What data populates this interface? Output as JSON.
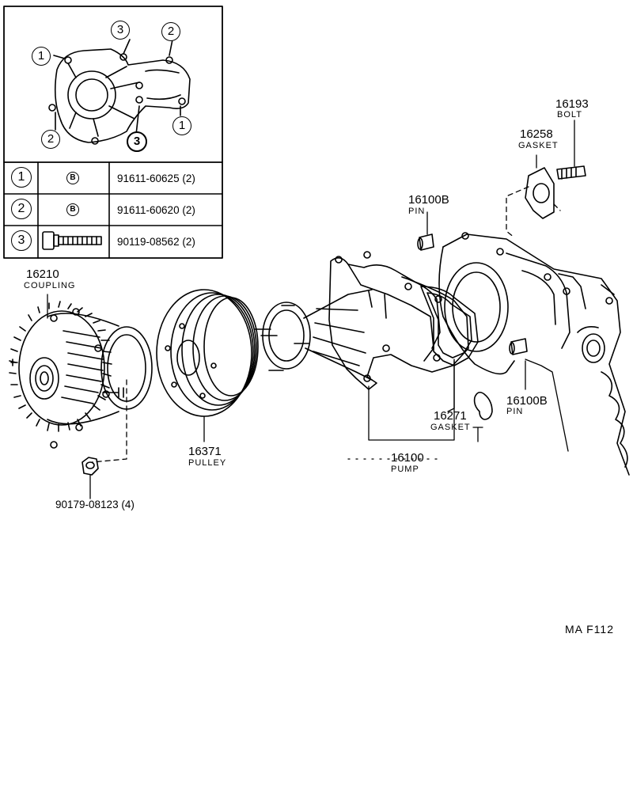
{
  "inset": {
    "callouts": [
      "1",
      "2",
      "3",
      "2",
      "1",
      "3"
    ]
  },
  "table": {
    "rows": [
      {
        "key": "1",
        "part": "91611-60625 (2)",
        "symbol": "B"
      },
      {
        "key": "2",
        "part": "91611-60620 (2)",
        "symbol": "B"
      },
      {
        "key": "3",
        "part": "90119-08562 (2)",
        "symbol": "bolt-icon"
      }
    ]
  },
  "parts": {
    "coupling": {
      "number": "16210",
      "name": "COUPLING"
    },
    "nut": {
      "number": "90179-08123 (4)"
    },
    "pulley": {
      "number": "16371",
      "name": "PULLEY"
    },
    "pump": {
      "number": "16100",
      "name": "PUMP"
    },
    "gasket_pump": {
      "number": "16271",
      "name": "GASKET"
    },
    "pin_upper": {
      "number": "16100B",
      "name": "PIN"
    },
    "pin_lower": {
      "number": "16100B",
      "name": "PIN"
    },
    "gasket_outlet": {
      "number": "16258",
      "name": "GASKET"
    },
    "bolt": {
      "number": "16193",
      "name": "BOLT"
    }
  },
  "figure_code": "MA  F112"
}
